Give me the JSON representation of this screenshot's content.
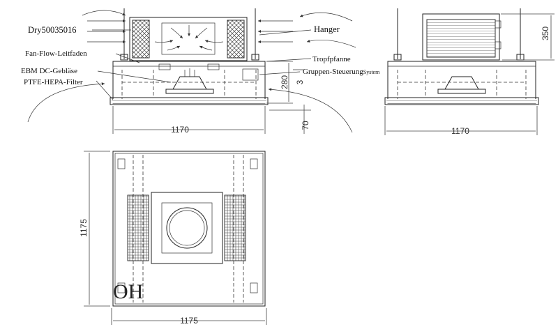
{
  "labels": {
    "model": "Dry50035016",
    "fan_flow_guide": "Fan-Flow-Leitfaden",
    "ebm_fan": "EBM DC-Gebläse",
    "ptfe_filter": "PTFE-HEPA-Filter",
    "hanger": "Hanger",
    "drip_tray": "Tropfpfanne",
    "group_control": "Gruppen-Steuerung",
    "group_control_suffix": "System"
  },
  "dimensions": {
    "front_width": "1170",
    "front_height": "280",
    "front_side_height": "3",
    "front_base_height": "70",
    "side_width": "1170",
    "side_top_height": "350",
    "plan_width": "1175",
    "plan_depth": "1175"
  },
  "mark": "OH",
  "colors": {
    "line": "#222222",
    "background": "#ffffff"
  }
}
